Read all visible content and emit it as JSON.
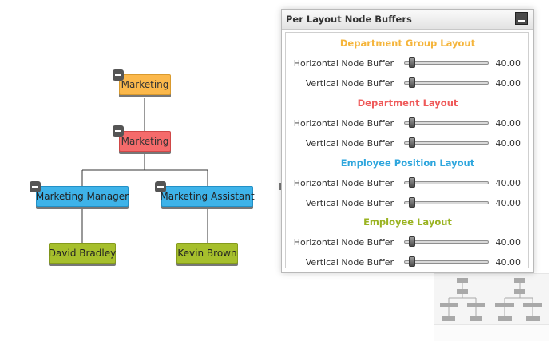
{
  "diagram": {
    "colors": {
      "department_group": "#fbb84b",
      "department": "#f56b6b",
      "employee_position": "#3eb3e9",
      "employee": "#a6bf2c"
    },
    "nodes": {
      "marketing_group": "Marketing",
      "marketing_department": "Marketing",
      "marketing_manager": "Marketing Manager",
      "marketing_assistant": "Marketing Assistant",
      "david_bradley": "David Bradley",
      "kevin_brown": "Kevin Brown"
    }
  },
  "panel": {
    "title": "Per Layout Node Buffers",
    "sections": [
      {
        "title": "Department Group Layout",
        "color": "#f5b53c",
        "horizontal_label": "Horizontal Node Buffer",
        "horizontal_value": "40.00",
        "vertical_label": "Vertical Node Buffer",
        "vertical_value": "40.00"
      },
      {
        "title": "Department Layout",
        "color": "#ef5a5a",
        "horizontal_label": "Horizontal Node Buffer",
        "horizontal_value": "40.00",
        "vertical_label": "Vertical Node Buffer",
        "vertical_value": "40.00"
      },
      {
        "title": "Employee Position Layout",
        "color": "#2ea6dd",
        "horizontal_label": "Horizontal Node Buffer",
        "horizontal_value": "40.00",
        "vertical_label": "Vertical Node Buffer",
        "vertical_value": "40.00"
      },
      {
        "title": "Employee Layout",
        "color": "#9ab321",
        "horizontal_label": "Horizontal Node Buffer",
        "horizontal_value": "40.00",
        "vertical_label": "Vertical Node Buffer",
        "vertical_value": "40.00"
      }
    ]
  }
}
